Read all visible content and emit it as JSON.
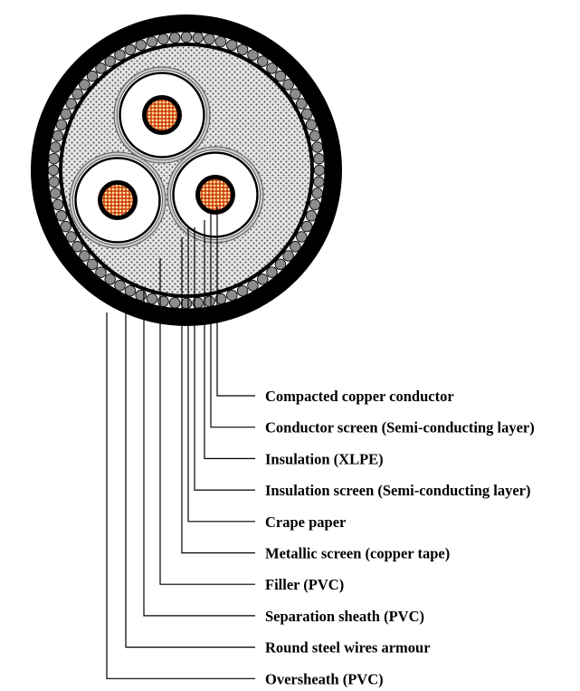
{
  "figure": {
    "subject": "Three-core armoured power cable cross-section",
    "colors": {
      "oversheath": "#000000",
      "armour_wire": "#8c8c8c",
      "filler": "#e6e6e6",
      "filler_dots": "#505050",
      "insulation": "#ffffff",
      "screen_tape": "#c8c8c8",
      "conductor": "#e06a2a",
      "conductor_grid": "#fbe3b0",
      "line": "#000000"
    }
  },
  "labels": [
    {
      "id": "compacted-copper-conductor",
      "text": "Compacted copper conductor"
    },
    {
      "id": "conductor-screen",
      "text": "Conductor screen (Semi-conducting layer)"
    },
    {
      "id": "insulation",
      "text": "Insulation (XLPE)"
    },
    {
      "id": "insulation-screen",
      "text": "Insulation screen (Semi-conducting layer)"
    },
    {
      "id": "crape-paper",
      "text": "Crape paper"
    },
    {
      "id": "metallic-screen",
      "text": "Metallic screen (copper tape)"
    },
    {
      "id": "filler",
      "text": "Filler (PVC)"
    },
    {
      "id": "separation-sheath",
      "text": "Separation sheath (PVC)"
    },
    {
      "id": "armour",
      "text": "Round steel wires armour"
    },
    {
      "id": "oversheath",
      "text": "Oversheath (PVC)"
    }
  ]
}
